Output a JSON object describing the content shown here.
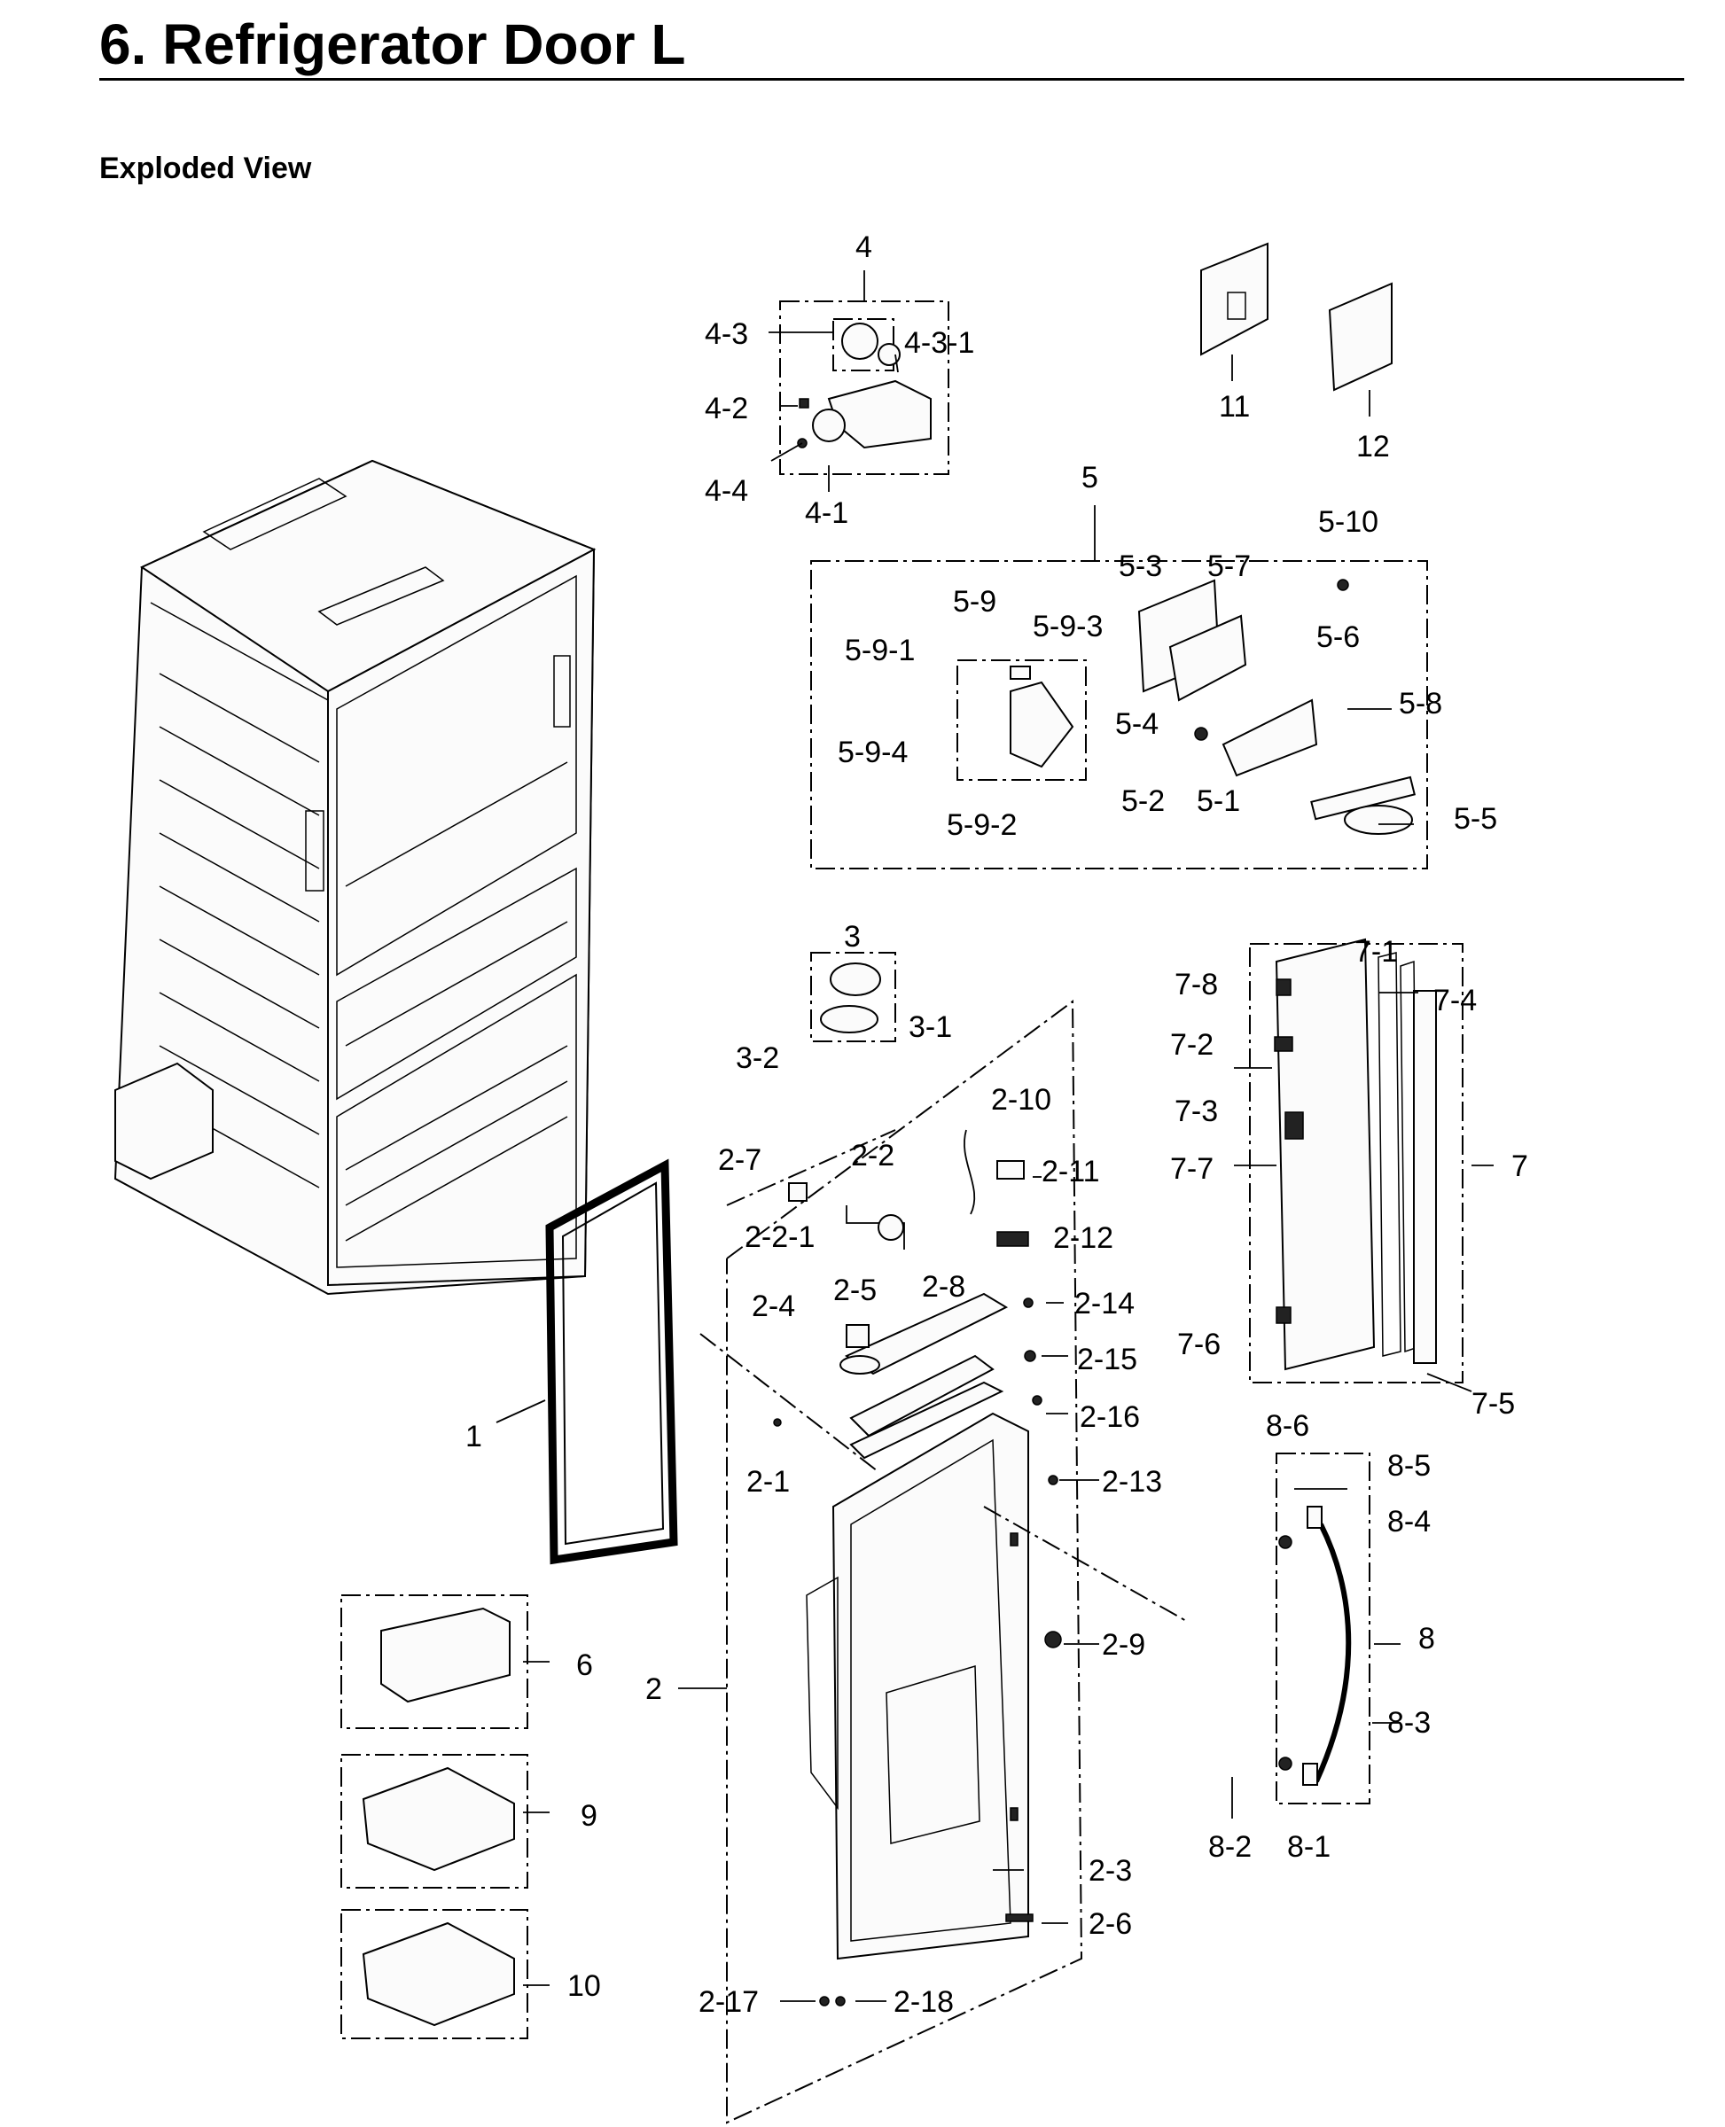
{
  "header": {
    "title": "6.  Refrigerator Door L",
    "subtitle": "Exploded View"
  },
  "callouts": {
    "c1": "1",
    "c2": "2",
    "c2_1": "2-1",
    "c2_2": "2-2",
    "c2_2_1": "2-2-1",
    "c2_3": "2-3",
    "c2_4": "2-4",
    "c2_5": "2-5",
    "c2_6": "2-6",
    "c2_7": "2-7",
    "c2_8": "2-8",
    "c2_9": "2-9",
    "c2_10": "2-10",
    "c2_11": "2-11",
    "c2_12": "2-12",
    "c2_13": "2-13",
    "c2_14": "2-14",
    "c2_15": "2-15",
    "c2_16": "2-16",
    "c2_17": "2-17",
    "c2_18": "2-18",
    "c3": "3",
    "c3_1": "3-1",
    "c3_2": "3-2",
    "c4": "4",
    "c4_1": "4-1",
    "c4_2": "4-2",
    "c4_3": "4-3",
    "c4_3_1": "4-3-1",
    "c4_4": "4-4",
    "c5": "5",
    "c5_1": "5-1",
    "c5_2": "5-2",
    "c5_3": "5-3",
    "c5_4": "5-4",
    "c5_5": "5-5",
    "c5_6": "5-6",
    "c5_7": "5-7",
    "c5_8": "5-8",
    "c5_9": "5-9",
    "c5_9_1": "5-9-1",
    "c5_9_2": "5-9-2",
    "c5_9_3": "5-9-3",
    "c5_9_4": "5-9-4",
    "c5_10": "5-10",
    "c6": "6",
    "c7": "7",
    "c7_1": "7-1",
    "c7_2": "7-2",
    "c7_3": "7-3",
    "c7_4": "7-4",
    "c7_5": "7-5",
    "c7_6": "7-6",
    "c7_7": "7-7",
    "c7_8": "7-8",
    "c8": "8",
    "c8_1": "8-1",
    "c8_2": "8-2",
    "c8_3": "8-3",
    "c8_4": "8-4",
    "c8_5": "8-5",
    "c8_6": "8-6",
    "c9": "9",
    "c10": "10",
    "c11": "11",
    "c12": "12"
  }
}
